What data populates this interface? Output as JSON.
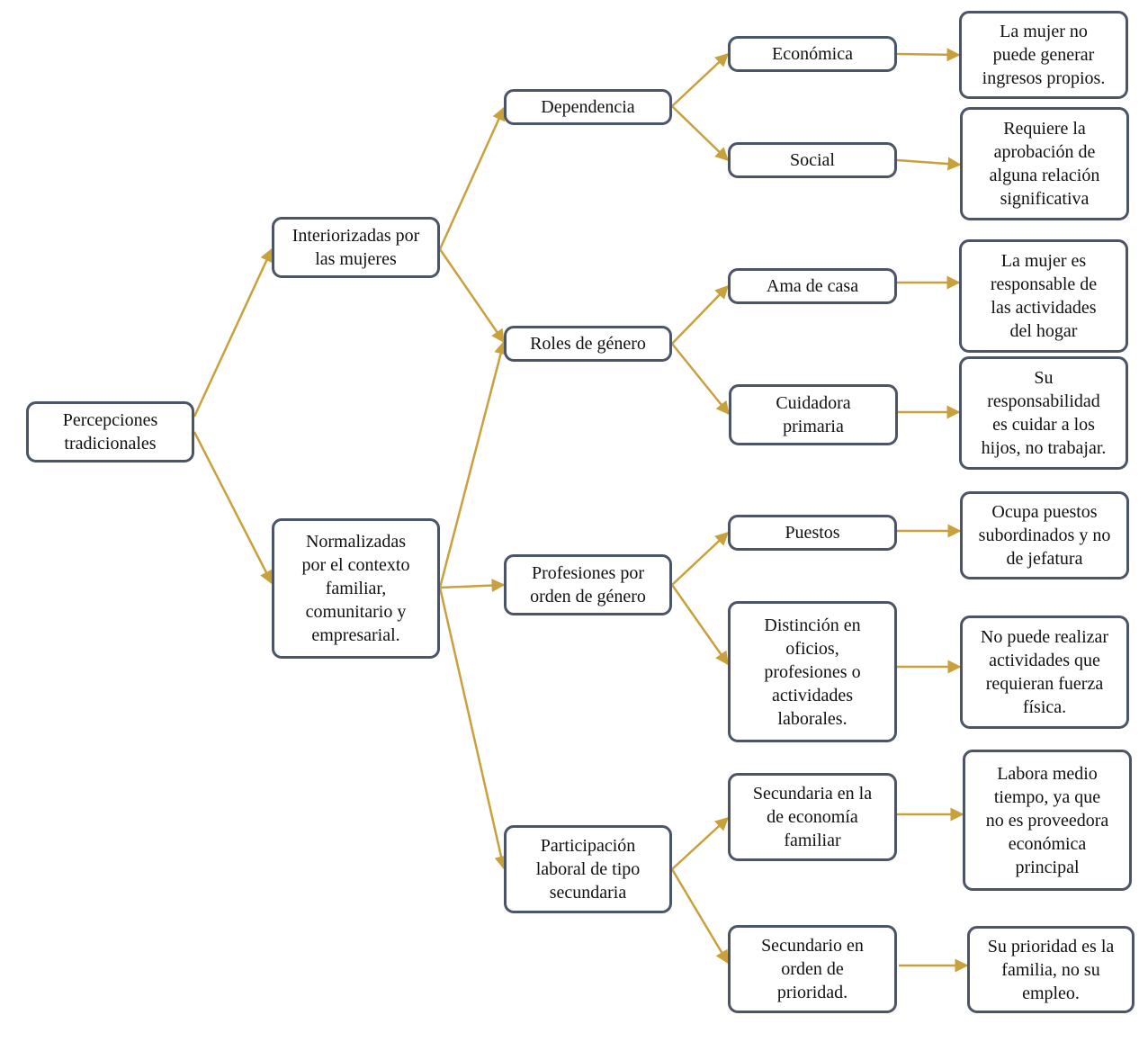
{
  "colors": {
    "connector": "#c9a13c",
    "box_border": "#4b5566"
  },
  "nodes": {
    "percepciones": [
      "Percepciones",
      "tradicionales"
    ],
    "interiorizadas": [
      "Interiorizadas por",
      "las mujeres"
    ],
    "normalizadas": [
      "Normalizadas",
      "por el contexto",
      "familiar,",
      "comunitario y",
      "empresarial."
    ],
    "dependencia": [
      "Dependencia"
    ],
    "roles": [
      "Roles de género"
    ],
    "profesiones": [
      "Profesiones por",
      "orden de género"
    ],
    "participacion": [
      "Participación",
      "laboral de tipo",
      "secundaria"
    ],
    "economica": [
      "Económica"
    ],
    "social": [
      "Social"
    ],
    "ama": [
      "Ama de casa"
    ],
    "cuidadora": [
      "Cuidadora",
      "primaria"
    ],
    "puestos": [
      "Puestos"
    ],
    "distincion": [
      "Distinción en",
      "oficios,",
      "profesiones o",
      "actividades",
      "laborales."
    ],
    "sec_economia": [
      "Secundaria en la",
      "de economía",
      "familiar"
    ],
    "sec_prioridad": [
      "Secundario en",
      "orden de",
      "prioridad."
    ],
    "d_economica": [
      "La mujer no",
      "puede generar",
      "ingresos propios."
    ],
    "d_social": [
      "Requiere la",
      "aprobación de",
      "alguna relación",
      "significativa"
    ],
    "d_ama": [
      "La mujer es",
      "responsable de",
      "las actividades",
      "del hogar"
    ],
    "d_cuidadora": [
      "Su",
      "responsabilidad",
      "es cuidar a los",
      "hijos, no trabajar."
    ],
    "d_puestos": [
      "Ocupa puestos",
      "subordinados y no",
      "de jefatura"
    ],
    "d_distincion": [
      "No puede realizar",
      "actividades que",
      "requieran fuerza",
      "física."
    ],
    "d_sec_economia": [
      "Labora medio",
      "tiempo, ya que",
      "no es proveedora",
      "económica",
      "principal"
    ],
    "d_sec_prioridad": [
      "Su prioridad es la",
      "familia, no su",
      "empleo."
    ]
  }
}
